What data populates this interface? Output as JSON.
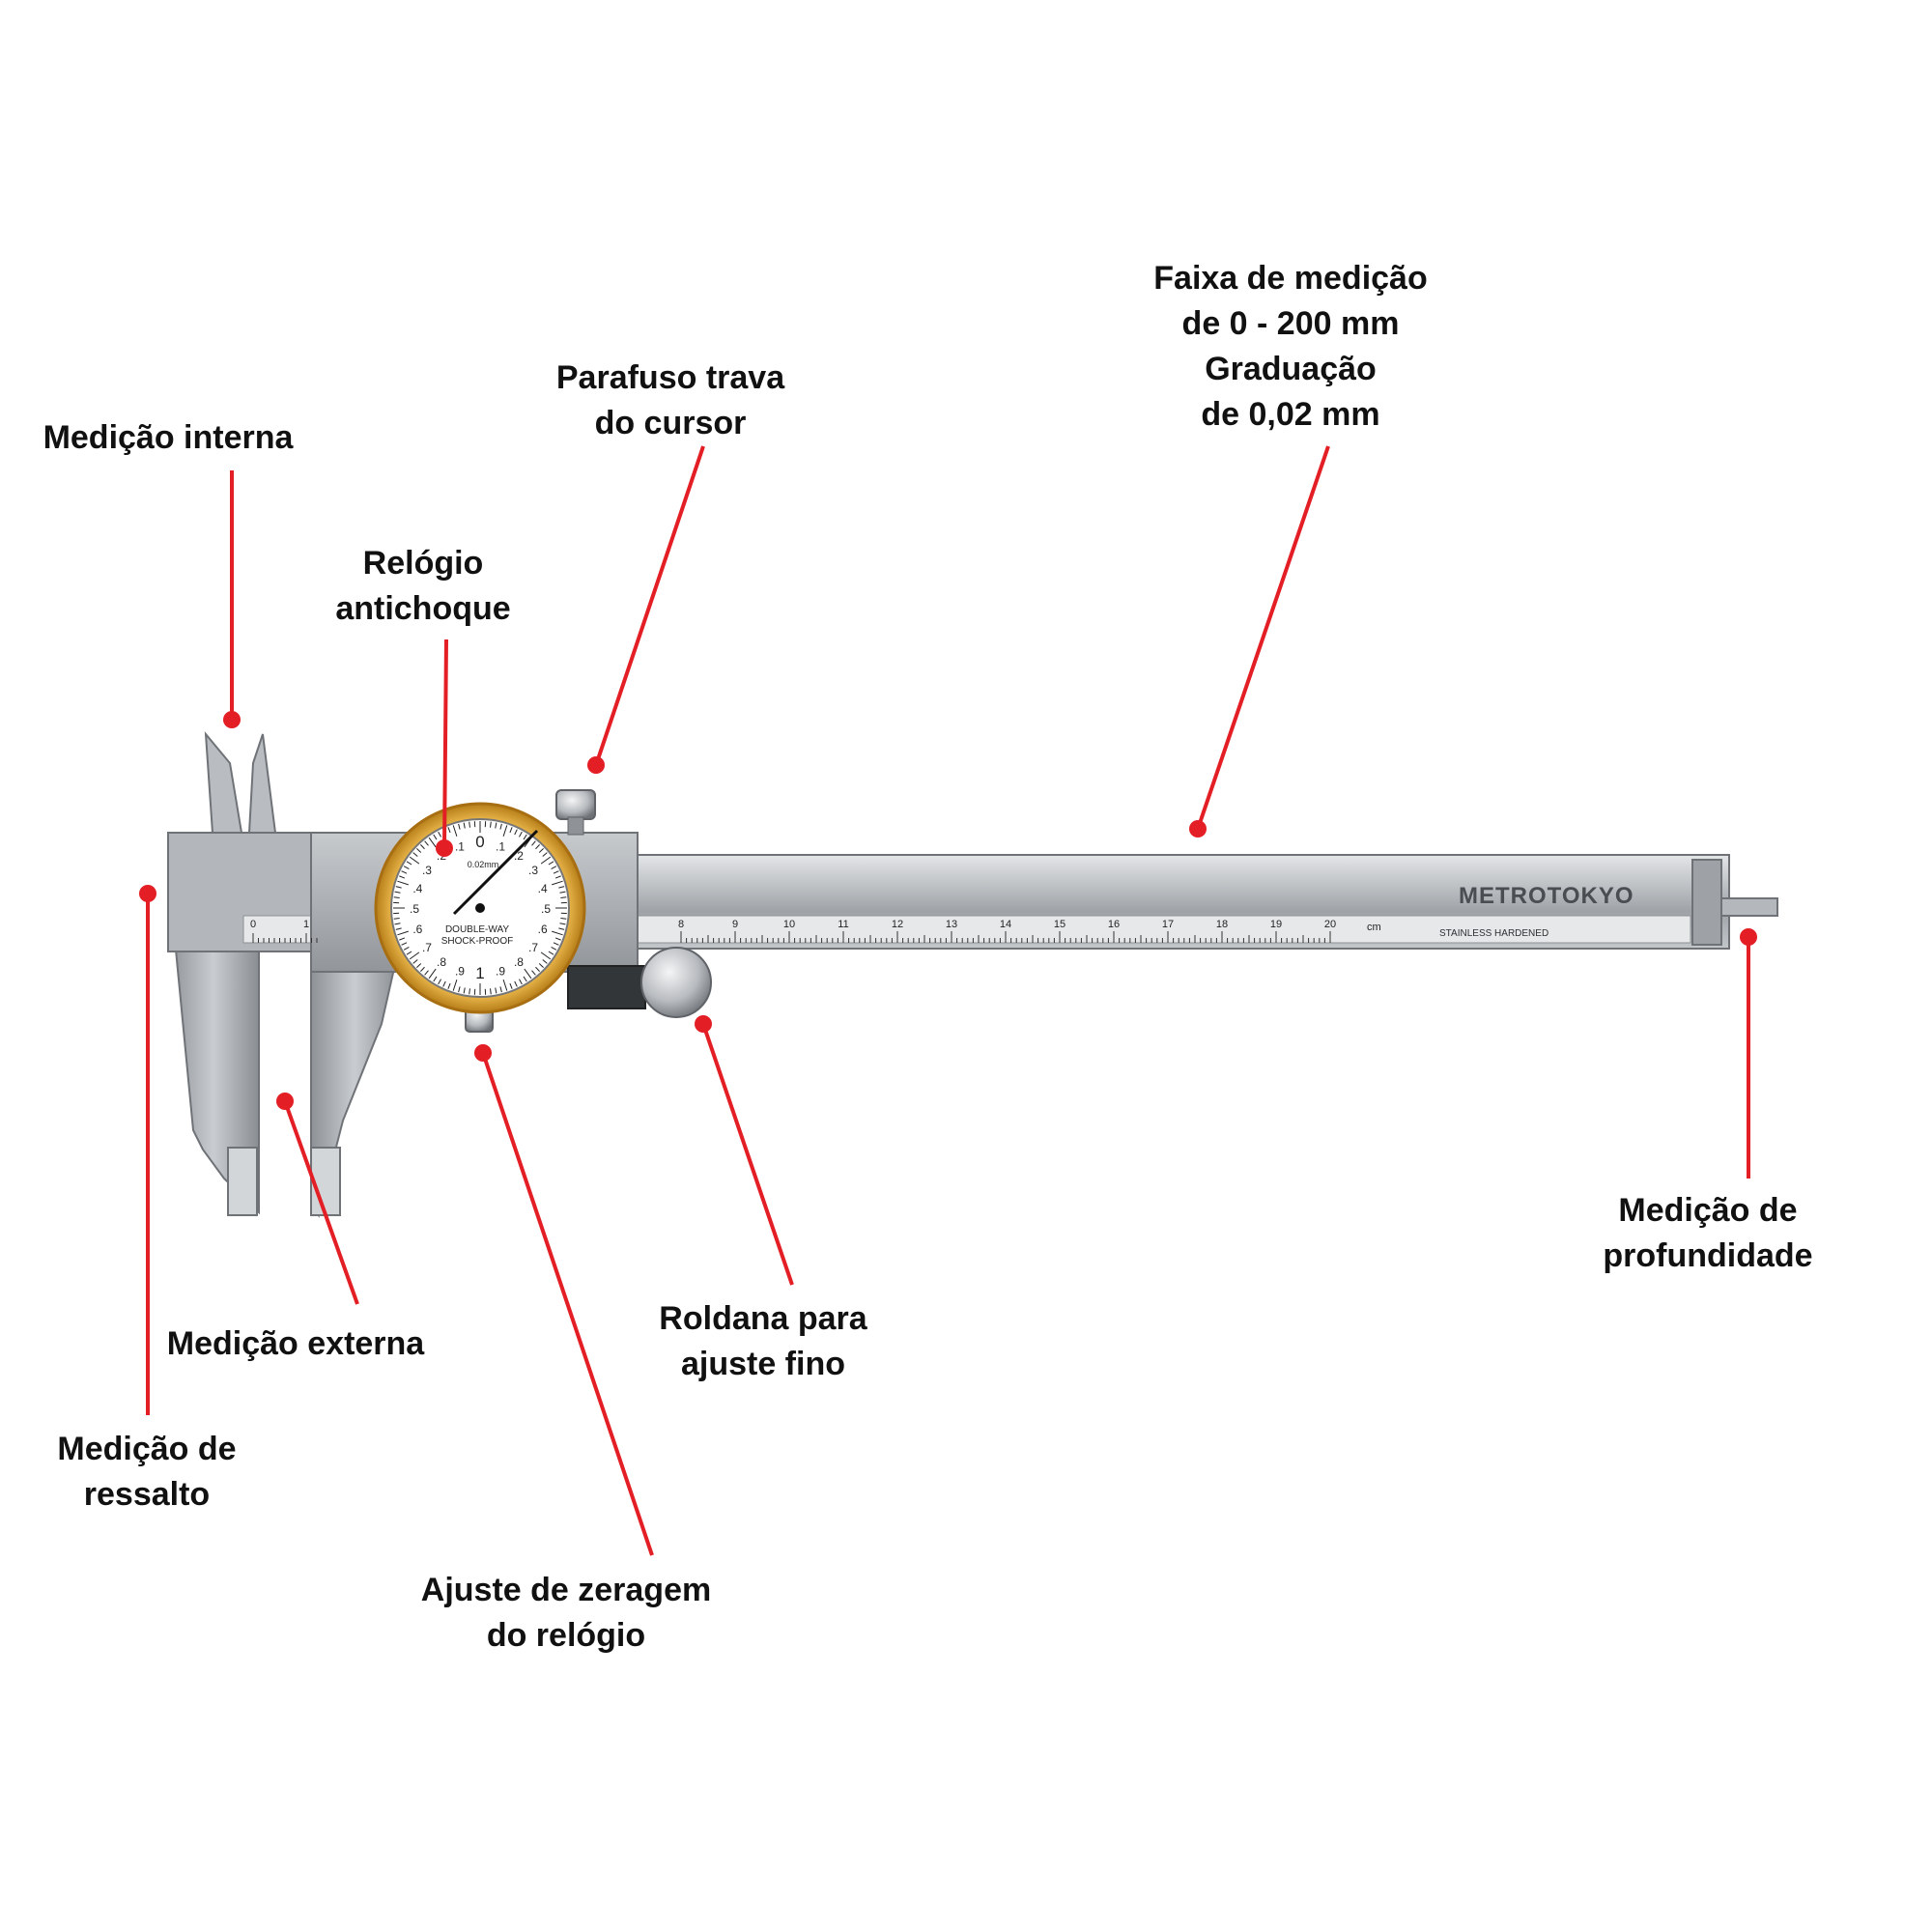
{
  "colors": {
    "leader": "#e31e24",
    "steel_light": "#d6d8da",
    "steel_mid": "#a9acb0",
    "steel_dark": "#7d8186",
    "bezel": "#d99a2b",
    "text": "#111111"
  },
  "labels": {
    "medicao_interna": "Medição interna",
    "relogio": [
      "Relógio",
      "antichoque"
    ],
    "parafuso": [
      "Parafuso trava",
      "do cursor"
    ],
    "faixa": [
      "Faixa de medição",
      "de 0 - 200 mm",
      "Graduação",
      "de 0,02 mm"
    ],
    "externa": "Medição externa",
    "ressalto": [
      "Medição de",
      "ressalto"
    ],
    "zeragem": [
      "Ajuste de zeragem",
      "do relógio"
    ],
    "roldana": [
      "Roldana para",
      "ajuste fino"
    ],
    "profundidade": [
      "Medição de",
      "profundidade"
    ]
  },
  "instrument": {
    "brand": "METROTOKYO",
    "beam_text": "STAINLESS HARDENED",
    "scale_unit": "cm",
    "scale_numbers": [
      "8",
      "9",
      "10",
      "11",
      "12",
      "13",
      "14",
      "15",
      "16",
      "17",
      "18",
      "19",
      "20"
    ],
    "jaw_scale_numbers": [
      "0",
      "1"
    ],
    "dial_numbers": [
      "0",
      ".1",
      ".2",
      ".3",
      ".4",
      ".5",
      ".6",
      ".7",
      ".8",
      ".9",
      "1",
      ".9",
      ".8",
      ".7",
      ".6",
      ".5",
      ".4",
      ".3",
      ".2",
      ".1"
    ],
    "dial_resolution": "0.02mm",
    "dial_text_1": "DOUBLE-WAY",
    "dial_text_2": "SHOCK-PROOF"
  }
}
